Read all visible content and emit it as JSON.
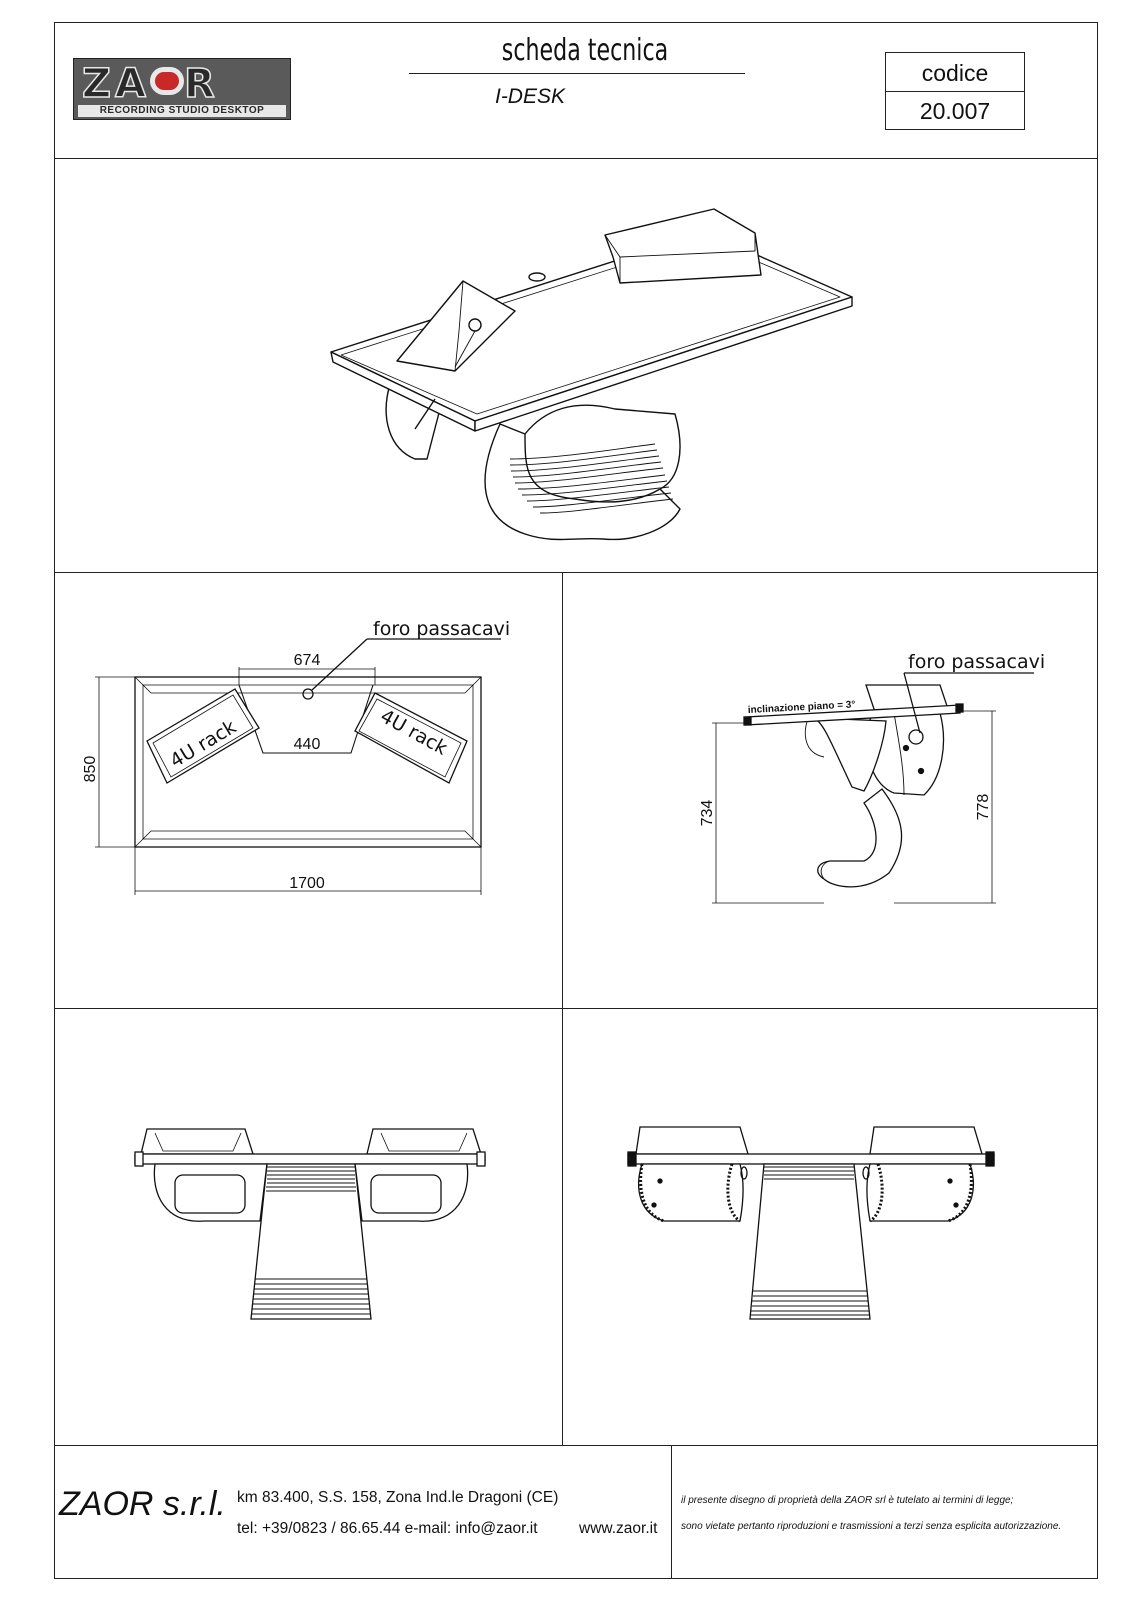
{
  "header": {
    "logo_word": "ZAOR",
    "logo_tagline": "RECORDING STUDIO DESKTOP",
    "title": "scheda tecnica",
    "product": "I-DESK",
    "code_label": "codice",
    "code_value": "20.007"
  },
  "top_view": {
    "dim_width": "1700",
    "dim_depth": "850",
    "dim_top_gap": "674",
    "dim_inner_gap": "440",
    "rack_left": "4U rack",
    "rack_right": "4U rack",
    "cable_hole": "foro passacavi"
  },
  "side_view": {
    "cable_hole": "foro passacavi",
    "tilt_note": "inclinazione piano = 3°",
    "height_front": "734",
    "height_back": "778"
  },
  "footer": {
    "company": "ZAOR s.r.l.",
    "address": "km 83.400, S.S. 158, Zona Ind.le Dragoni (CE)",
    "contacts": "tel: +39/0823 / 86.65.44  e-mail: info@zaor.it",
    "website": "www.zaor.it",
    "legal_line1": "il presente disegno di proprietà della ZAOR srl è tutelato ai termini di legge;",
    "legal_line2": "sono vietate pertanto riproduzioni e trasmissioni a terzi senza esplicita autorizzazione."
  }
}
